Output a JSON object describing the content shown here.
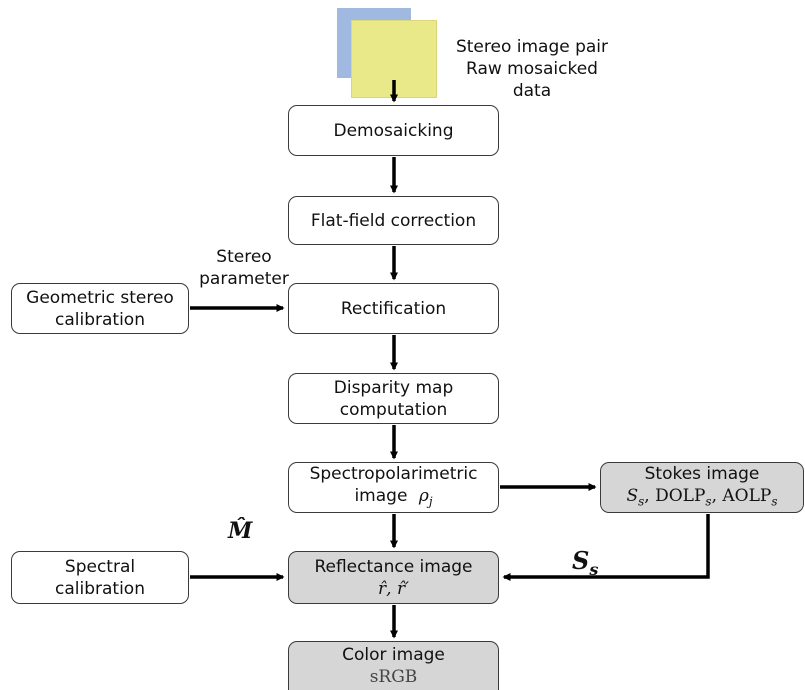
{
  "input": {
    "line1": "Stereo image pair",
    "line2": "Raw mosaicked data"
  },
  "steps": {
    "demosaicking": "Demosaicking",
    "flatfield": "Flat-field correction",
    "rectification": "Rectification",
    "disparity_line1": "Disparity map",
    "disparity_line2": "computation",
    "spectropol_line1": "Spectropolarimetric",
    "spectropol_line2": "image",
    "spectropol_symbol": "ρ",
    "spectropol_sub": "j",
    "reflectance_title": "Reflectance image",
    "reflectance_symbols": "r̂, r̂′",
    "color_title": "Color image",
    "color_sub": "sRGB"
  },
  "side": {
    "geo_line1": "Geometric stereo",
    "geo_line2": "calibration",
    "stereo_param_line1": "Stereo",
    "stereo_param_line2": "parameter",
    "spectral_line1": "Spectral",
    "spectral_line2": "calibration",
    "m_hat": "M̂",
    "stokes_title": "Stokes image",
    "stokes_S": "S",
    "stokes_sub": "s",
    "stokes_dolp": "DOLP",
    "stokes_aolp": "AOLP",
    "ss_label": "S",
    "ss_sub": "s"
  },
  "colors": {
    "gray_box": "#d6d6d6",
    "back_image": "#9fb9e0",
    "front_image": "#eae98a"
  }
}
